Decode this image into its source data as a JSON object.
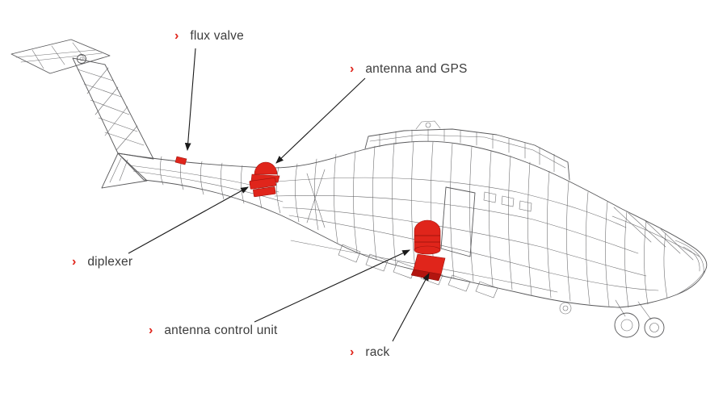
{
  "diagram": {
    "chevron": "›",
    "colors": {
      "line": "#58585a",
      "highlight": "#e0251b",
      "arrow": "#1a1a1a",
      "label": "#3c3c3c",
      "chevron": "#e0251b"
    },
    "callouts": [
      {
        "id": "flux-valve",
        "label": "flux valve"
      },
      {
        "id": "antenna-and-gps",
        "label": "antenna and GPS"
      },
      {
        "id": "diplexer",
        "label": "diplexer"
      },
      {
        "id": "antenna-control-unit",
        "label": "antenna control unit"
      },
      {
        "id": "rack",
        "label": "rack"
      }
    ]
  }
}
